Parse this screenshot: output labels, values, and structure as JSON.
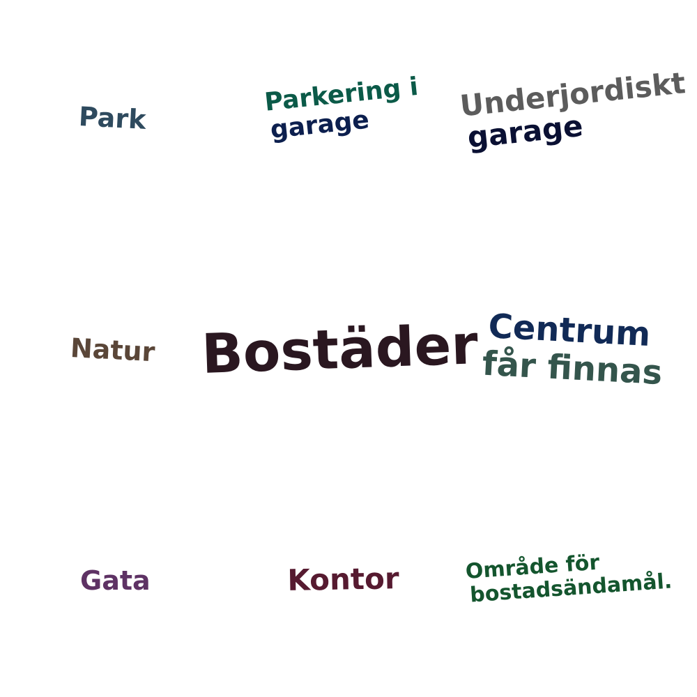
{
  "words": {
    "park": {
      "text": "Park",
      "color": "#2e4a5e"
    },
    "parkering": {
      "line1": "Parkering i",
      "line2": "garage",
      "color1": "#0b5a48",
      "color2": "#0c1f4e"
    },
    "underjordiskt": {
      "line1": "Underjordiskt",
      "line2": "garage",
      "color1": "#5c5c5c",
      "color2": "#0a1033"
    },
    "natur": {
      "text": "Natur",
      "color": "#5a4638"
    },
    "bostader": {
      "text": "Bostäder",
      "color": "#2a1720"
    },
    "centrum": {
      "line1": "Centrum",
      "line2": "får finnas",
      "color1": "#112a56",
      "color2": "#34554c"
    },
    "gata": {
      "text": "Gata",
      "color": "#5e3264"
    },
    "kontor": {
      "text": "Kontor",
      "color": "#561a30"
    },
    "omrade": {
      "line1": "Område för",
      "line2": "bostadsändamål.",
      "color": "#14552e"
    }
  }
}
